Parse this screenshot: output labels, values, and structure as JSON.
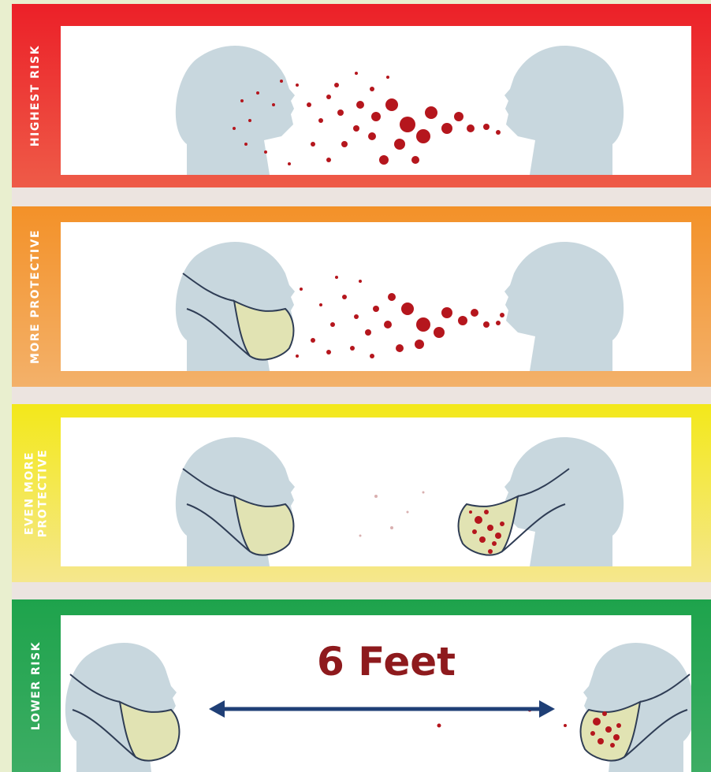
{
  "panels": [
    {
      "label": "HIGHEST RISK",
      "colors": [
        "#ec2028",
        "#ee5b48"
      ]
    },
    {
      "label": "MORE PROTECTIVE",
      "colors": [
        "#f39128",
        "#f3b16a"
      ]
    },
    {
      "label": "EVEN MORE\nPROTECTIVE",
      "colors": [
        "#f3e81a",
        "#f5e78d"
      ]
    },
    {
      "label": "LOWER RISK",
      "colors": [
        "#1ea34c",
        "#3dad64"
      ]
    }
  ],
  "distance_label": "6 Feet",
  "colors": {
    "head": "#c8d7de",
    "mask": "#e1e3b3",
    "droplet": "#b5161d",
    "arrow": "#1f3f76"
  }
}
